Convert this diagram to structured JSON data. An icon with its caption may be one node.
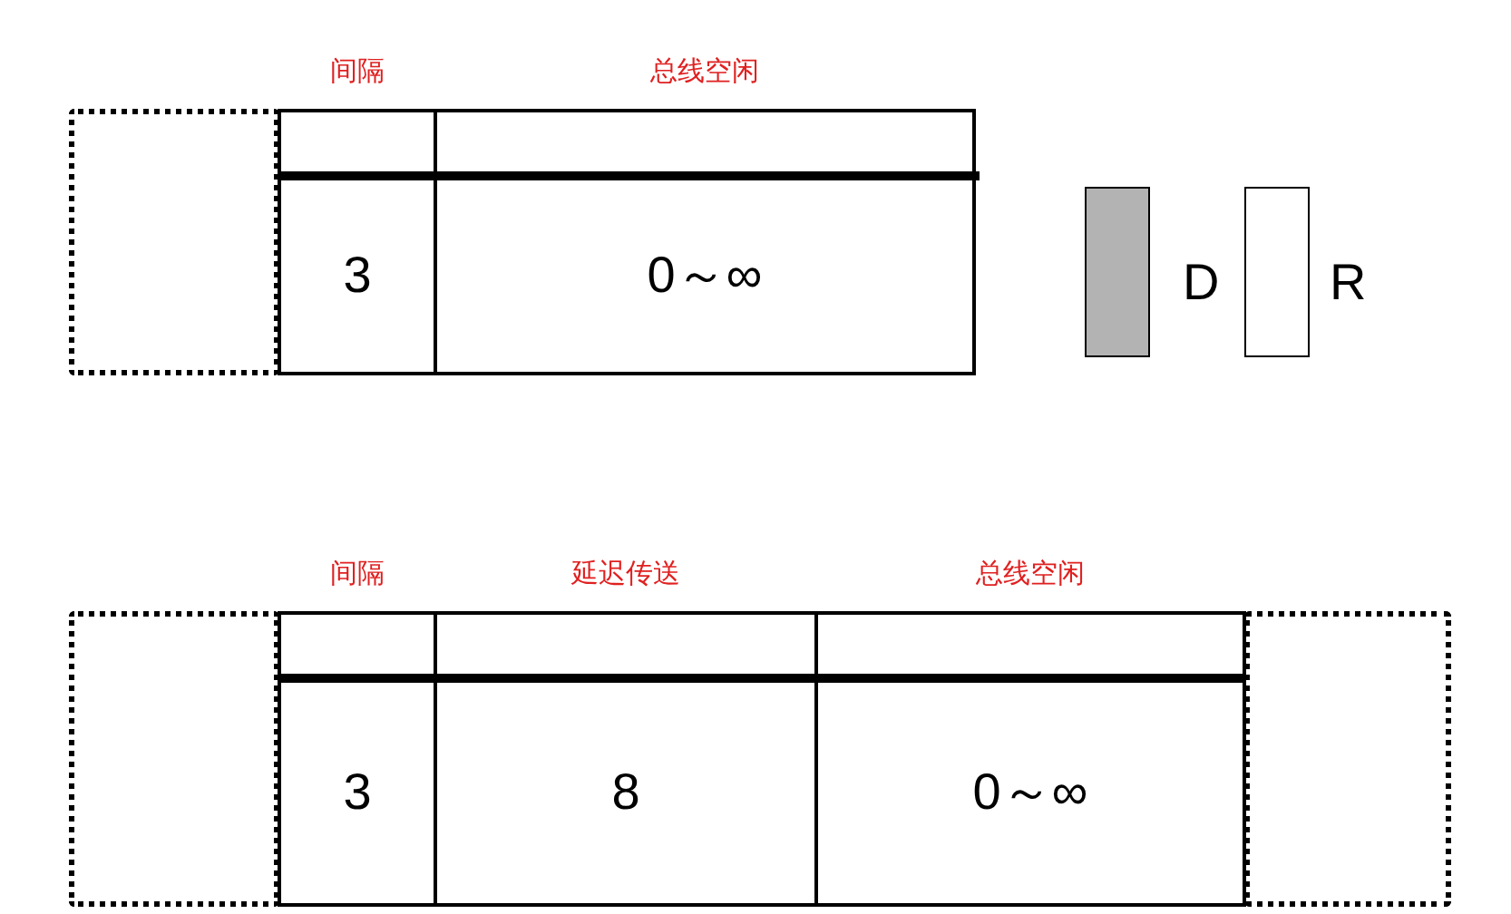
{
  "diagram": {
    "nodes": [
      {
        "text": [],
        "shape": "box"
      },
      {
        "text": [
          "间隔",
          "3"
        ]
      },
      {
        "text": [
          "总线空闲",
          "0～∞"
        ]
      },
      {
        "text": [],
        "shape": "box"
      },
      {
        "text": [
          "间隔",
          "3"
        ]
      },
      {
        "text": [
          "延迟传送",
          "8"
        ]
      },
      {
        "text": [
          "总线空闲",
          "0～∞"
        ]
      },
      {
        "text": [],
        "shape": "box"
      }
    ],
    "legend": [
      {
        "text": "D",
        "color": "#b3b3b3"
      },
      {
        "text": "R",
        "color": "#ffffff"
      }
    ]
  }
}
